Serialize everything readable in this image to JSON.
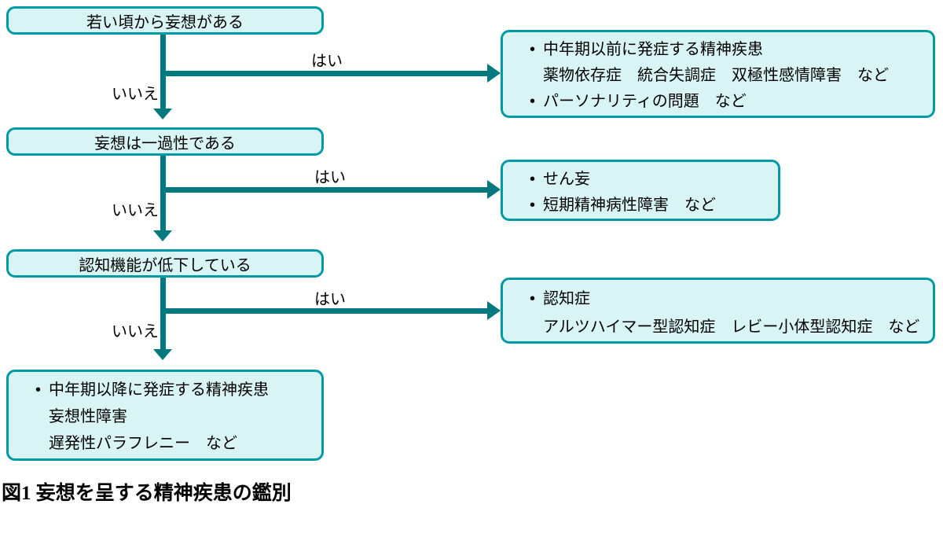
{
  "caption": "図1 妄想を呈する精神疾患の鑑別",
  "connector_labels": {
    "yes": "はい",
    "no": "いいえ"
  },
  "decisions": [
    "若い頃から妄想がある",
    "妄想は一過性である",
    "認知機能が低下している"
  ],
  "outcomes": {
    "early_onset": {
      "lines": [
        {
          "bullet": "•",
          "text": "中年期以前に発症する精神疾患"
        },
        {
          "bullet": "",
          "text": "薬物依存症　統合失調症　双極性感情障害　など"
        },
        {
          "bullet": "•",
          "text": "パーソナリティの問題　など"
        }
      ]
    },
    "transient": {
      "lines": [
        {
          "bullet": "•",
          "text": "せん妄"
        },
        {
          "bullet": "•",
          "text": "短期精神病性障害　など"
        }
      ]
    },
    "dementia": {
      "lines": [
        {
          "bullet": "•",
          "text": "認知症"
        },
        {
          "bullet": "",
          "text": "アルツハイマー型認知症　レビー小体型認知症　など"
        }
      ]
    },
    "late_onset": {
      "lines": [
        {
          "bullet": "•",
          "text": "中年期以降に発症する精神疾患"
        },
        {
          "bullet": "",
          "text": "妄想性障害"
        },
        {
          "bullet": "",
          "text": "遅発性パラフレニー　など"
        }
      ]
    }
  },
  "colors": {
    "box_fill": "#d8f4f4",
    "box_border": "#009aa4",
    "connector": "#00787f",
    "text": "#000000"
  }
}
